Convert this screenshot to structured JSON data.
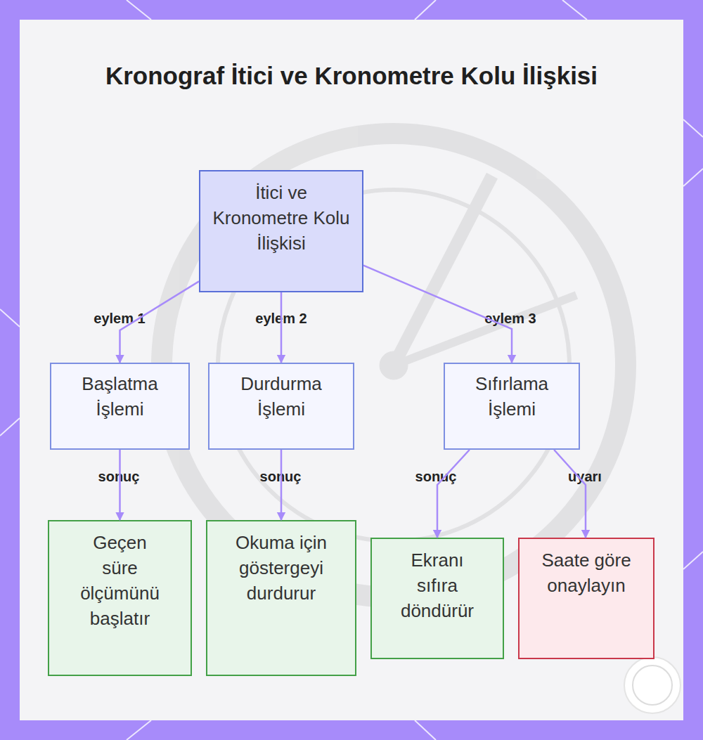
{
  "diagram": {
    "title": "Kronograf İtici ve Kronometre Kolu İlişkisi",
    "nodes": [
      {
        "text": [
          "İtici ve Kronometre Kolu İlişkisi"
        ]
      },
      {
        "text": [
          "Başlatma İşlemi"
        ]
      },
      {
        "text": [
          "Durdurma İşlemi"
        ]
      },
      {
        "text": [
          "Sıfırlama İşlemi"
        ]
      },
      {
        "text": [
          "Geçen süre ölçümünü başlatır"
        ]
      },
      {
        "text": [
          "Okuma için göstergeyi durdurur"
        ]
      },
      {
        "text": [
          "Ekranı sıfıra döndürür"
        ]
      },
      {
        "text": [
          "Saate göre onaylayın"
        ]
      }
    ],
    "edges": [
      {
        "from": 0,
        "to": 1,
        "label": "eylem 1",
        "arrow": "to"
      },
      {
        "from": 0,
        "to": 2,
        "label": "eylem 2",
        "arrow": "to"
      },
      {
        "from": 0,
        "to": 3,
        "label": "eylem 3",
        "arrow": "to"
      },
      {
        "from": 1,
        "to": 4,
        "label": "sonuç",
        "arrow": "to"
      },
      {
        "from": 2,
        "to": 5,
        "label": "sonuç",
        "arrow": "to"
      },
      {
        "from": 3,
        "to": 6,
        "label": "sonuç",
        "arrow": "to"
      },
      {
        "from": 3,
        "to": 7,
        "label": "uyarı",
        "arrow": "to"
      }
    ]
  }
}
